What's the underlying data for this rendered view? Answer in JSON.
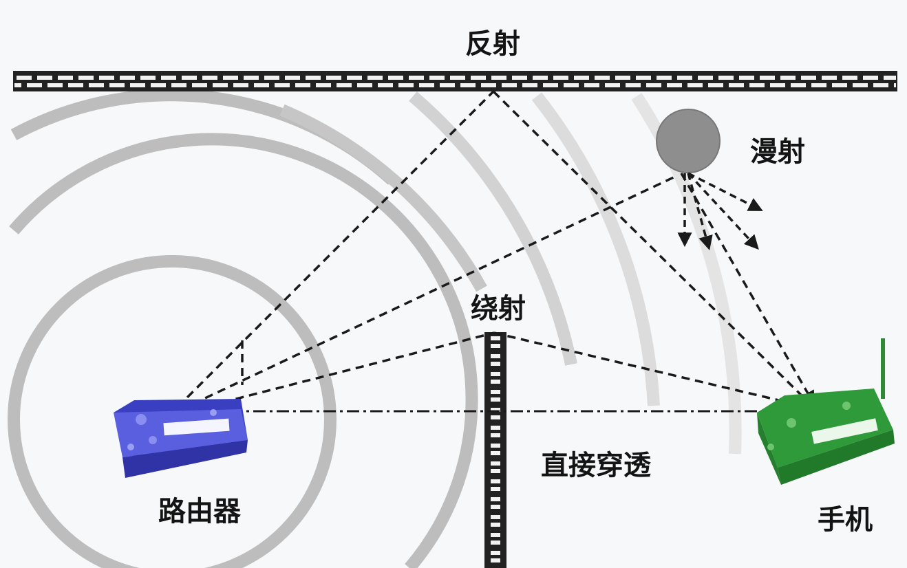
{
  "labels": {
    "reflection": "反射",
    "scattering": "漫射",
    "diffraction": "绕射",
    "penetration": "直接穿透",
    "router": "路由器",
    "phone": "手机"
  },
  "colors": {
    "background": "#f7f8f9",
    "wave_arc": "#bdbdbd",
    "wall": "#222222",
    "dashed_path": "#1a1a1a",
    "obstacle": "#8e8e8e",
    "router": "#4b4fd1",
    "phone": "#2e9a3a"
  },
  "icons": {
    "router": "router-device-icon",
    "phone": "phone-device-icon",
    "obstacle": "obstacle-sphere-icon"
  }
}
